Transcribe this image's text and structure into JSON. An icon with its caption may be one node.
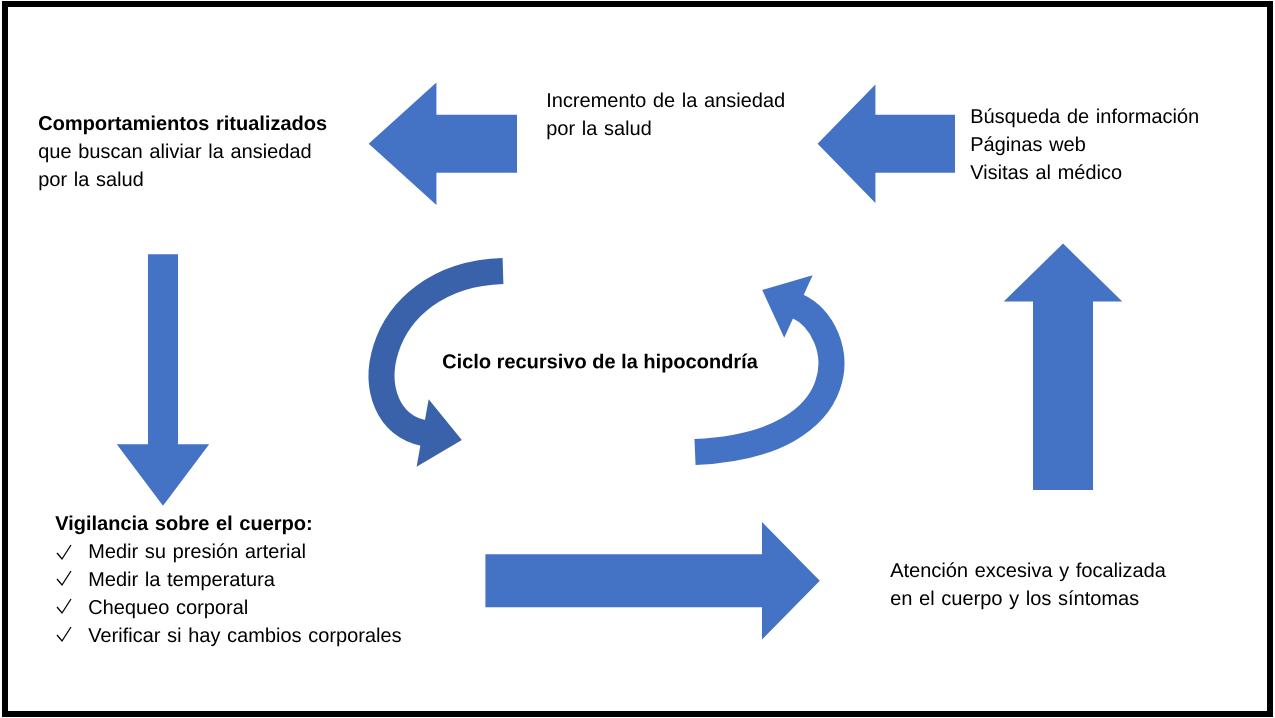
{
  "diagram": {
    "nodes": [
      {
        "text": [
          "Comportamientos ritualizados",
          "que buscan aliviar la ansiedad por la salud"
        ]
      },
      {
        "text": [
          "Incremento de la ansiedad por la salud"
        ]
      },
      {
        "text": [
          "Búsqueda de información",
          "Páginas web",
          "Visitas al médico"
        ]
      },
      {
        "text": [
          "Atención excesiva y focalizada en el cuerpo y los síntomas"
        ]
      },
      {
        "text": [
          "Vigilancia  sobre el cuerpo:",
          "Medir su presión arterial",
          "Medir la temperatura",
          "Chequeo corporal",
          "Verificar si hay cambios corporales"
        ]
      }
    ],
    "edges": [
      {
        "from": 2,
        "to": 1,
        "arrow": "to"
      },
      {
        "from": 1,
        "to": 0,
        "arrow": "to"
      },
      {
        "from": 0,
        "to": 4,
        "arrow": "to"
      },
      {
        "from": 4,
        "to": 3,
        "arrow": "to"
      },
      {
        "from": 3,
        "to": 2,
        "arrow": "to"
      }
    ],
    "labels": [
      "Ciclo recursivo de la hipocondría"
    ]
  }
}
